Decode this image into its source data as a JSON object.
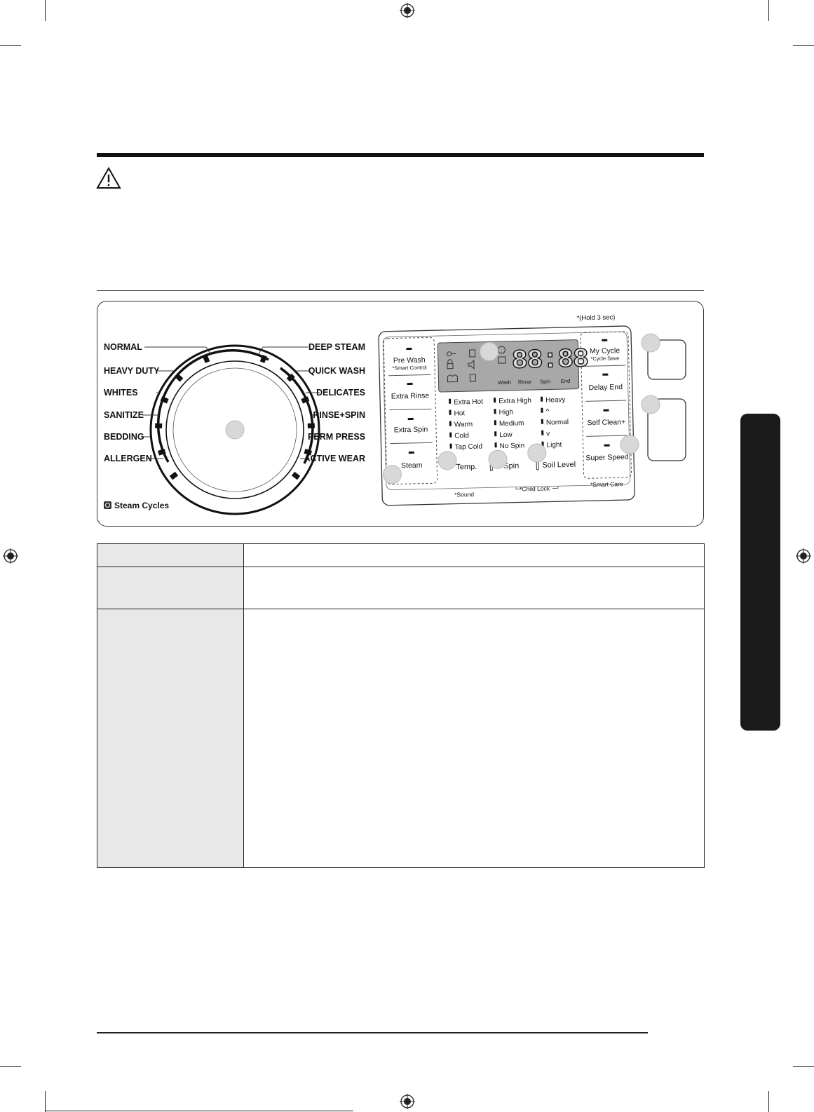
{
  "dial": {
    "left_labels": [
      "NORMAL",
      "HEAVY DUTY",
      "WHITES",
      "SANITIZE",
      "BEDDING",
      "ALLERGEN"
    ],
    "right_labels": [
      "DEEP STEAM",
      "QUICK WASH",
      "DELICATES",
      "RINSE+SPIN",
      "PERM PRESS",
      "ACTIVE WEAR"
    ],
    "legend": "Steam Cycles"
  },
  "panel": {
    "hold_note": "*(Hold 3 sec)",
    "left_buttons": {
      "pre_wash": "Pre Wash",
      "pre_wash_sub": "*Smart Control",
      "extra_rinse": "Extra Rinse",
      "extra_spin": "Extra Spin",
      "steam": "Steam"
    },
    "right_buttons": {
      "my_cycle": "My Cycle",
      "my_cycle_sub": "*Cycle Save",
      "delay_end": "Delay End",
      "self_clean": "Self Clean+",
      "super_speed": "Super Speed"
    },
    "display": {
      "digits": "88:88",
      "stages": [
        "Wash",
        "Rinse",
        "Spin",
        "End"
      ]
    },
    "temp_options": [
      "Extra Hot",
      "Hot",
      "Warm",
      "Cold",
      "Tap Cold"
    ],
    "spin_options": [
      "Extra High",
      "High",
      "Medium",
      "Low",
      "No Spin"
    ],
    "soil_options": [
      "Heavy",
      "^",
      "Normal",
      "v",
      "Light"
    ],
    "bottom_buttons": {
      "temp": "Temp.",
      "spin": "Spin",
      "soil": "Soil Level"
    },
    "bottom_notes": {
      "sound": "*Sound",
      "child_lock": "*Child Lock",
      "smart_care": "*Smart Care"
    }
  }
}
